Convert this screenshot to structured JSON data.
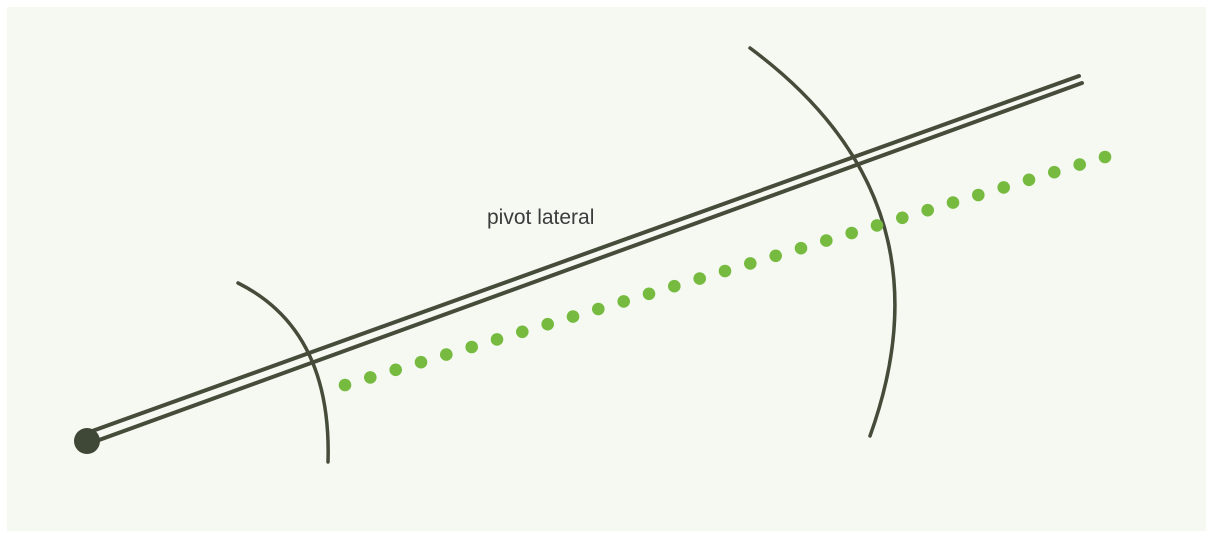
{
  "diagram": {
    "label": "pivot lateral",
    "colors": {
      "page_background": "#ffffff",
      "panel_background": "#f6f9f2",
      "stroke": "#454c3a",
      "pivot_point": "#3f4736",
      "dots": "#76bb40",
      "label": "#3c3c3c"
    },
    "elements": [
      "pivot-point",
      "double-line-arm",
      "inner-arc",
      "outer-arc",
      "dotted-path"
    ]
  }
}
